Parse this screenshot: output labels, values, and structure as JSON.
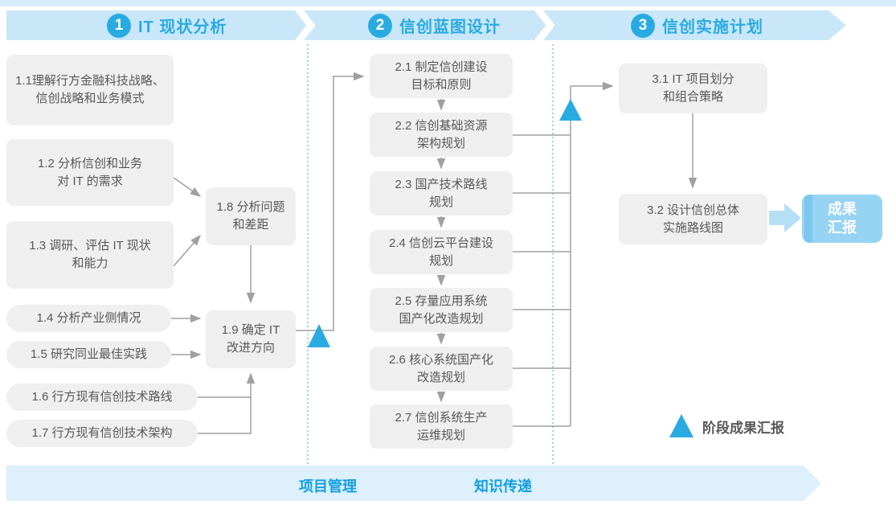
{
  "header": {
    "phases": [
      {
        "number": "1",
        "title": "IT 现状分析"
      },
      {
        "number": "2",
        "title": "信创蓝图设计"
      },
      {
        "number": "3",
        "title": "信创实施计划"
      }
    ]
  },
  "steps": {
    "s11": "1.1理解行方金融科技战略、\n信创战略和业务模式",
    "s12": "1.2 分析信创和业务\n对 IT 的需求",
    "s13": "1.3 调研、评估 IT 现状\n和能力",
    "s14": "1.4 分析产业侧情况",
    "s15": "1.5 研究同业最佳实践",
    "s16": "1.6 行方现有信创技术路线",
    "s17": "1.7 行方现有信创技术架构",
    "s18": "1.8 分析问题\n和差距",
    "s19": "1.9 确定 IT\n改进方向",
    "s21": "2.1 制定信创建设\n目标和原则",
    "s22": "2.2 信创基础资源\n架构规划",
    "s23": "2.3 国产技术路线\n规划",
    "s24": "2.4 信创云平台建设\n规划",
    "s25": "2.5 存量应用系统\n国产化改造规划",
    "s26": "2.6 核心系统国产化\n改造规划",
    "s27": "2.7 信创系统生产\n运维规划",
    "s31": "3.1 IT 项目划分\n和组合策略",
    "s32": "3.2 设计信创总体\n实施路线图"
  },
  "outcome": {
    "label": "成果\n汇报"
  },
  "legend": {
    "label": "阶段成果汇报"
  },
  "footer": {
    "project_management": "项目管理",
    "knowledge_transfer": "知识传递"
  },
  "colors": {
    "accent_blue": "#29abe2",
    "header_band": "#c9e7f8",
    "footer_band": "#ddf0fb",
    "node_gray": "#efefef",
    "text_gray": "#595757",
    "line_gray": "#9fa0a0",
    "outcome_fill": "#97d4f3",
    "outcome_accent": "#7cc7ee",
    "thick_arrow": "#b6dff6",
    "dotted_line": "#54b9e9"
  }
}
